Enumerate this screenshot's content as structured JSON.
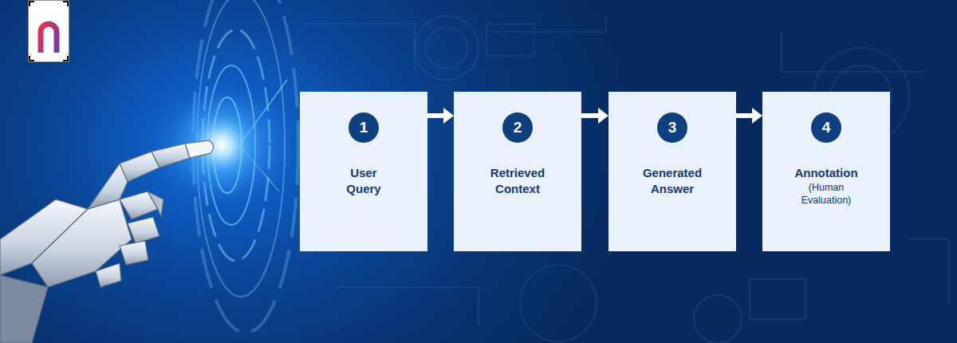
{
  "diagram": {
    "nodes": [
      {
        "text": [
          "User Query"
        ]
      },
      {
        "text": [
          "1"
        ],
        "in": 0
      },
      {
        "text": [
          "Retrieved Context"
        ]
      },
      {
        "text": [
          "2"
        ],
        "in": 2
      },
      {
        "text": [
          "Generated Answer"
        ]
      },
      {
        "text": [
          "3"
        ],
        "in": 4
      },
      {
        "text": [
          "Annotation",
          "(Human Evaluation)"
        ]
      },
      {
        "text": [
          "4"
        ],
        "in": 6
      }
    ],
    "edges": [
      {
        "from": 0,
        "to": 2,
        "arrow": "to"
      },
      {
        "from": 2,
        "to": 4,
        "arrow": "to"
      },
      {
        "from": 4,
        "to": 6,
        "arrow": "to"
      }
    ]
  }
}
